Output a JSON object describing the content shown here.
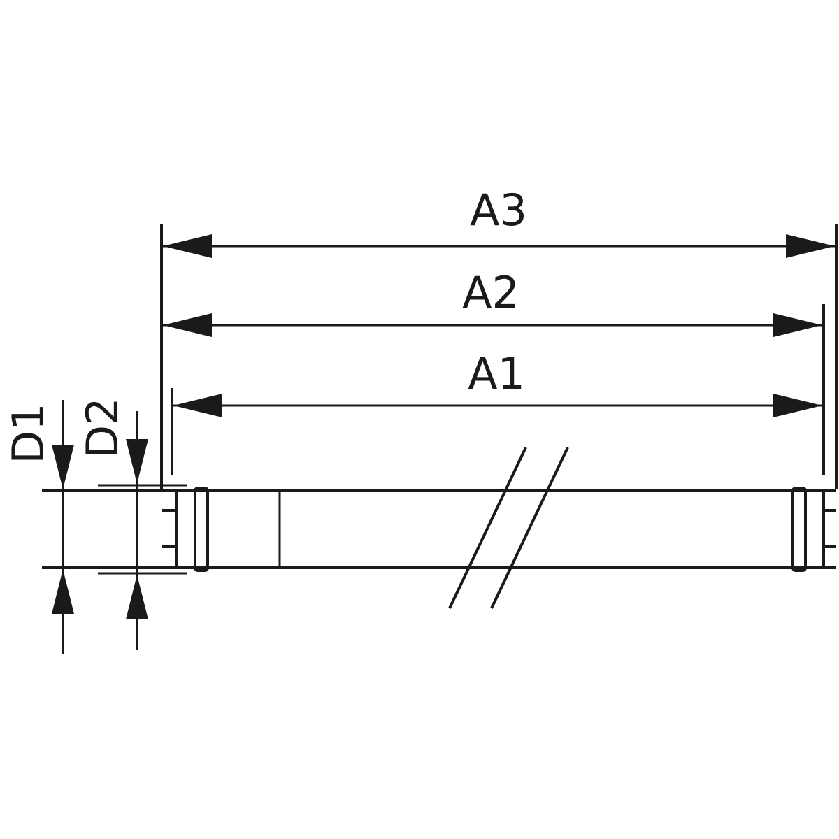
{
  "dimensions": {
    "a3": "A3",
    "a2": "A2",
    "a1": "A1",
    "d1": "D1",
    "d2": "D2"
  },
  "colors": {
    "line": "#1a1a1a",
    "background": "#ffffff"
  }
}
